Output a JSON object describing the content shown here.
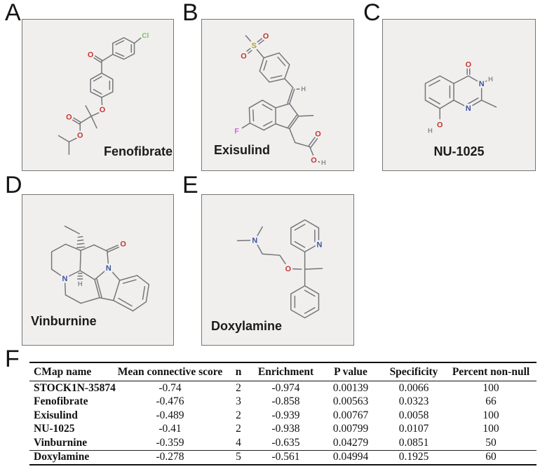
{
  "colors": {
    "panel_background": "#f0efee",
    "panel_border": "#767676",
    "bond": "#75757a",
    "oxygen": "#c5342c",
    "nitrogen": "#3a53a4",
    "sulfur": "#b2a126",
    "chlorine": "#7fc35c",
    "fluorine": "#cb72cb",
    "hydrogen": "#8b8b8b",
    "text": "#1b1b1b"
  },
  "panels": [
    {
      "label": "A",
      "compound": "Fenofibrate",
      "atoms": {
        "o_ketone": "O",
        "o_ether": "O",
        "o_ester_carbonyl": "O",
        "o_ester": "O",
        "cl": "Cl"
      }
    },
    {
      "label": "B",
      "compound": "Exisulind",
      "atoms": {
        "s": "S",
        "o_sulfonyl_right": "O",
        "o_sulfonyl_left": "O",
        "h_vinyl": "H",
        "f": "F",
        "o_acid_carbonyl": "O",
        "o_acid_hydroxyl": "O",
        "h_acid": "H"
      }
    },
    {
      "label": "C",
      "compound": "NU-1025",
      "atoms": {
        "o_carbonyl": "O",
        "n3": "N",
        "h_n3": "H",
        "n1": "N",
        "o_hydroxyl": "O",
        "h_hydroxyl": "H"
      }
    },
    {
      "label": "D",
      "compound": "Vinburnine",
      "atoms": {
        "o_carbonyl": "O",
        "n_amide": "N",
        "n_aliphatic": "N",
        "h_stereo": "H"
      }
    },
    {
      "label": "E",
      "compound": "Doxylamine",
      "atoms": {
        "n_amine": "N",
        "o_ether": "O",
        "n_pyridine": "N"
      }
    }
  ],
  "table": {
    "panel_label": "F",
    "headers": [
      "CMap name",
      "Mean connective score",
      "n",
      "Enrichment",
      "P value",
      "Specificity",
      "Percent non-null"
    ],
    "rows": [
      [
        "STOCK1N-35874",
        "-0.74",
        "2",
        "-0.974",
        "0.00139",
        "0.0066",
        "100"
      ],
      [
        "Fenofibrate",
        "-0.476",
        "3",
        "-0.858",
        "0.00563",
        "0.0323",
        "66"
      ],
      [
        "Exisulind",
        "-0.489",
        "2",
        "-0.939",
        "0.00767",
        "0.0058",
        "100"
      ],
      [
        "NU-1025",
        "-0.41",
        "2",
        "-0.938",
        "0.00799",
        "0.0107",
        "100"
      ],
      [
        "Vinburnine",
        "-0.359",
        "4",
        "-0.635",
        "0.04279",
        "0.0851",
        "50"
      ],
      [
        "Doxylamine",
        "-0.278",
        "5",
        "-0.561",
        "0.04994",
        "0.1925",
        "60"
      ]
    ]
  }
}
